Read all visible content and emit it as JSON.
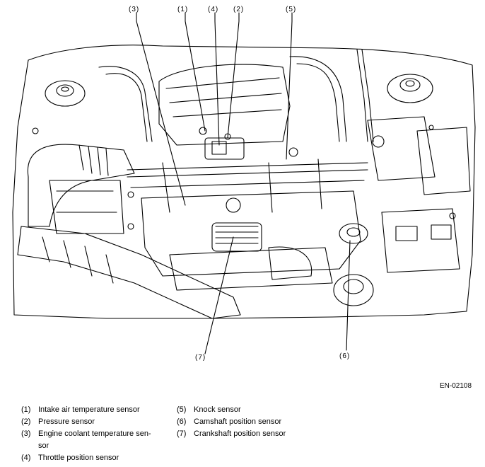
{
  "callouts": [
    "(3)",
    "(1)",
    "(4)",
    "(2)",
    "(5)",
    "(7)",
    "(6)"
  ],
  "figure_id": "EN-02108",
  "legend_left": [
    {
      "num": "(1)",
      "text": "Intake air temperature sensor"
    },
    {
      "num": "(2)",
      "text": "Pressure sensor"
    },
    {
      "num": "(3)",
      "text": "Engine coolant temperature sen-"
    },
    {
      "num": "",
      "text": "sor"
    },
    {
      "num": "(4)",
      "text": "Throttle position sensor"
    }
  ],
  "legend_right": [
    {
      "num": "(5)",
      "text": "Knock sensor"
    },
    {
      "num": "(6)",
      "text": "Camshaft position sensor"
    },
    {
      "num": "(7)",
      "text": "Crankshaft position sensor"
    }
  ]
}
